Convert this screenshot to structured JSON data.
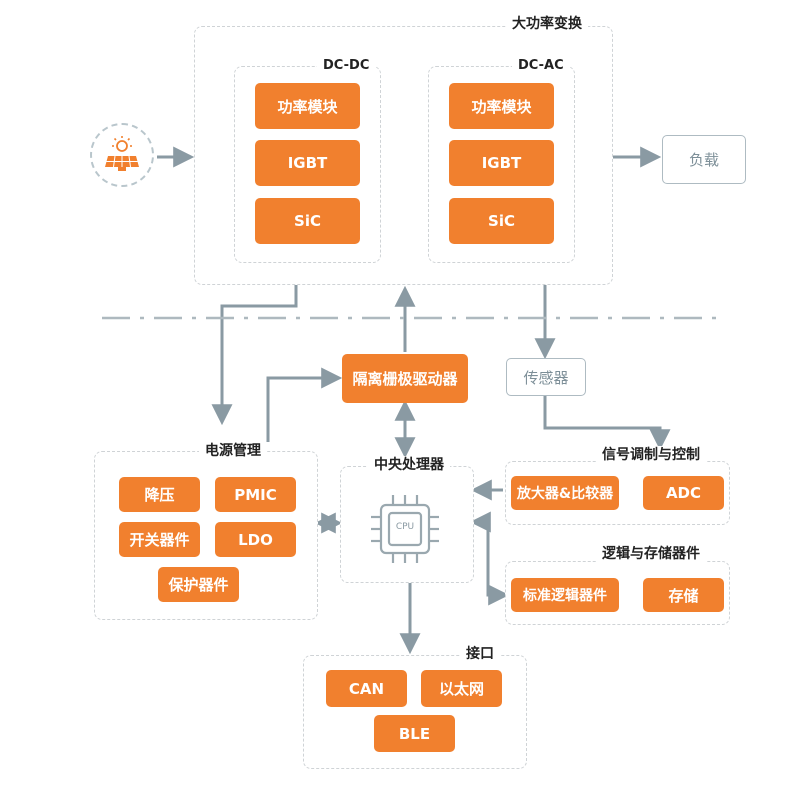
{
  "labels": {
    "big_power": "大功率变换",
    "dcdc": "DC-DC",
    "dcac": "DC-AC",
    "power_module": "功率模块",
    "igbt": "IGBT",
    "sic": "SiC",
    "load": "负载",
    "gate_driver": "隔离栅极驱动器",
    "sensor": "传感器",
    "power_mgmt": "电源管理",
    "step_down": "降压",
    "pmic": "PMIC",
    "switch_dev": "开关器件",
    "ldo": "LDO",
    "protect_dev": "保护器件",
    "cpu_title": "中央处理器",
    "cpu_chip": "CPU",
    "signal_ctrl": "信号调制与控制",
    "amp_comp": "放大器&比较器",
    "adc": "ADC",
    "logic_storage": "逻辑与存储器件",
    "std_logic": "标准逻辑器件",
    "storage": "存储",
    "interface": "接口",
    "can": "CAN",
    "ethernet": "以太网",
    "ble": "BLE"
  },
  "icons": {
    "source": "solar-panel-icon",
    "cpu": "cpu-chip-icon"
  },
  "colors": {
    "accent": "#f1802e",
    "line": "#8a9aa3",
    "dash": "#cfd3d6",
    "gray_text": "#7d8f98"
  }
}
